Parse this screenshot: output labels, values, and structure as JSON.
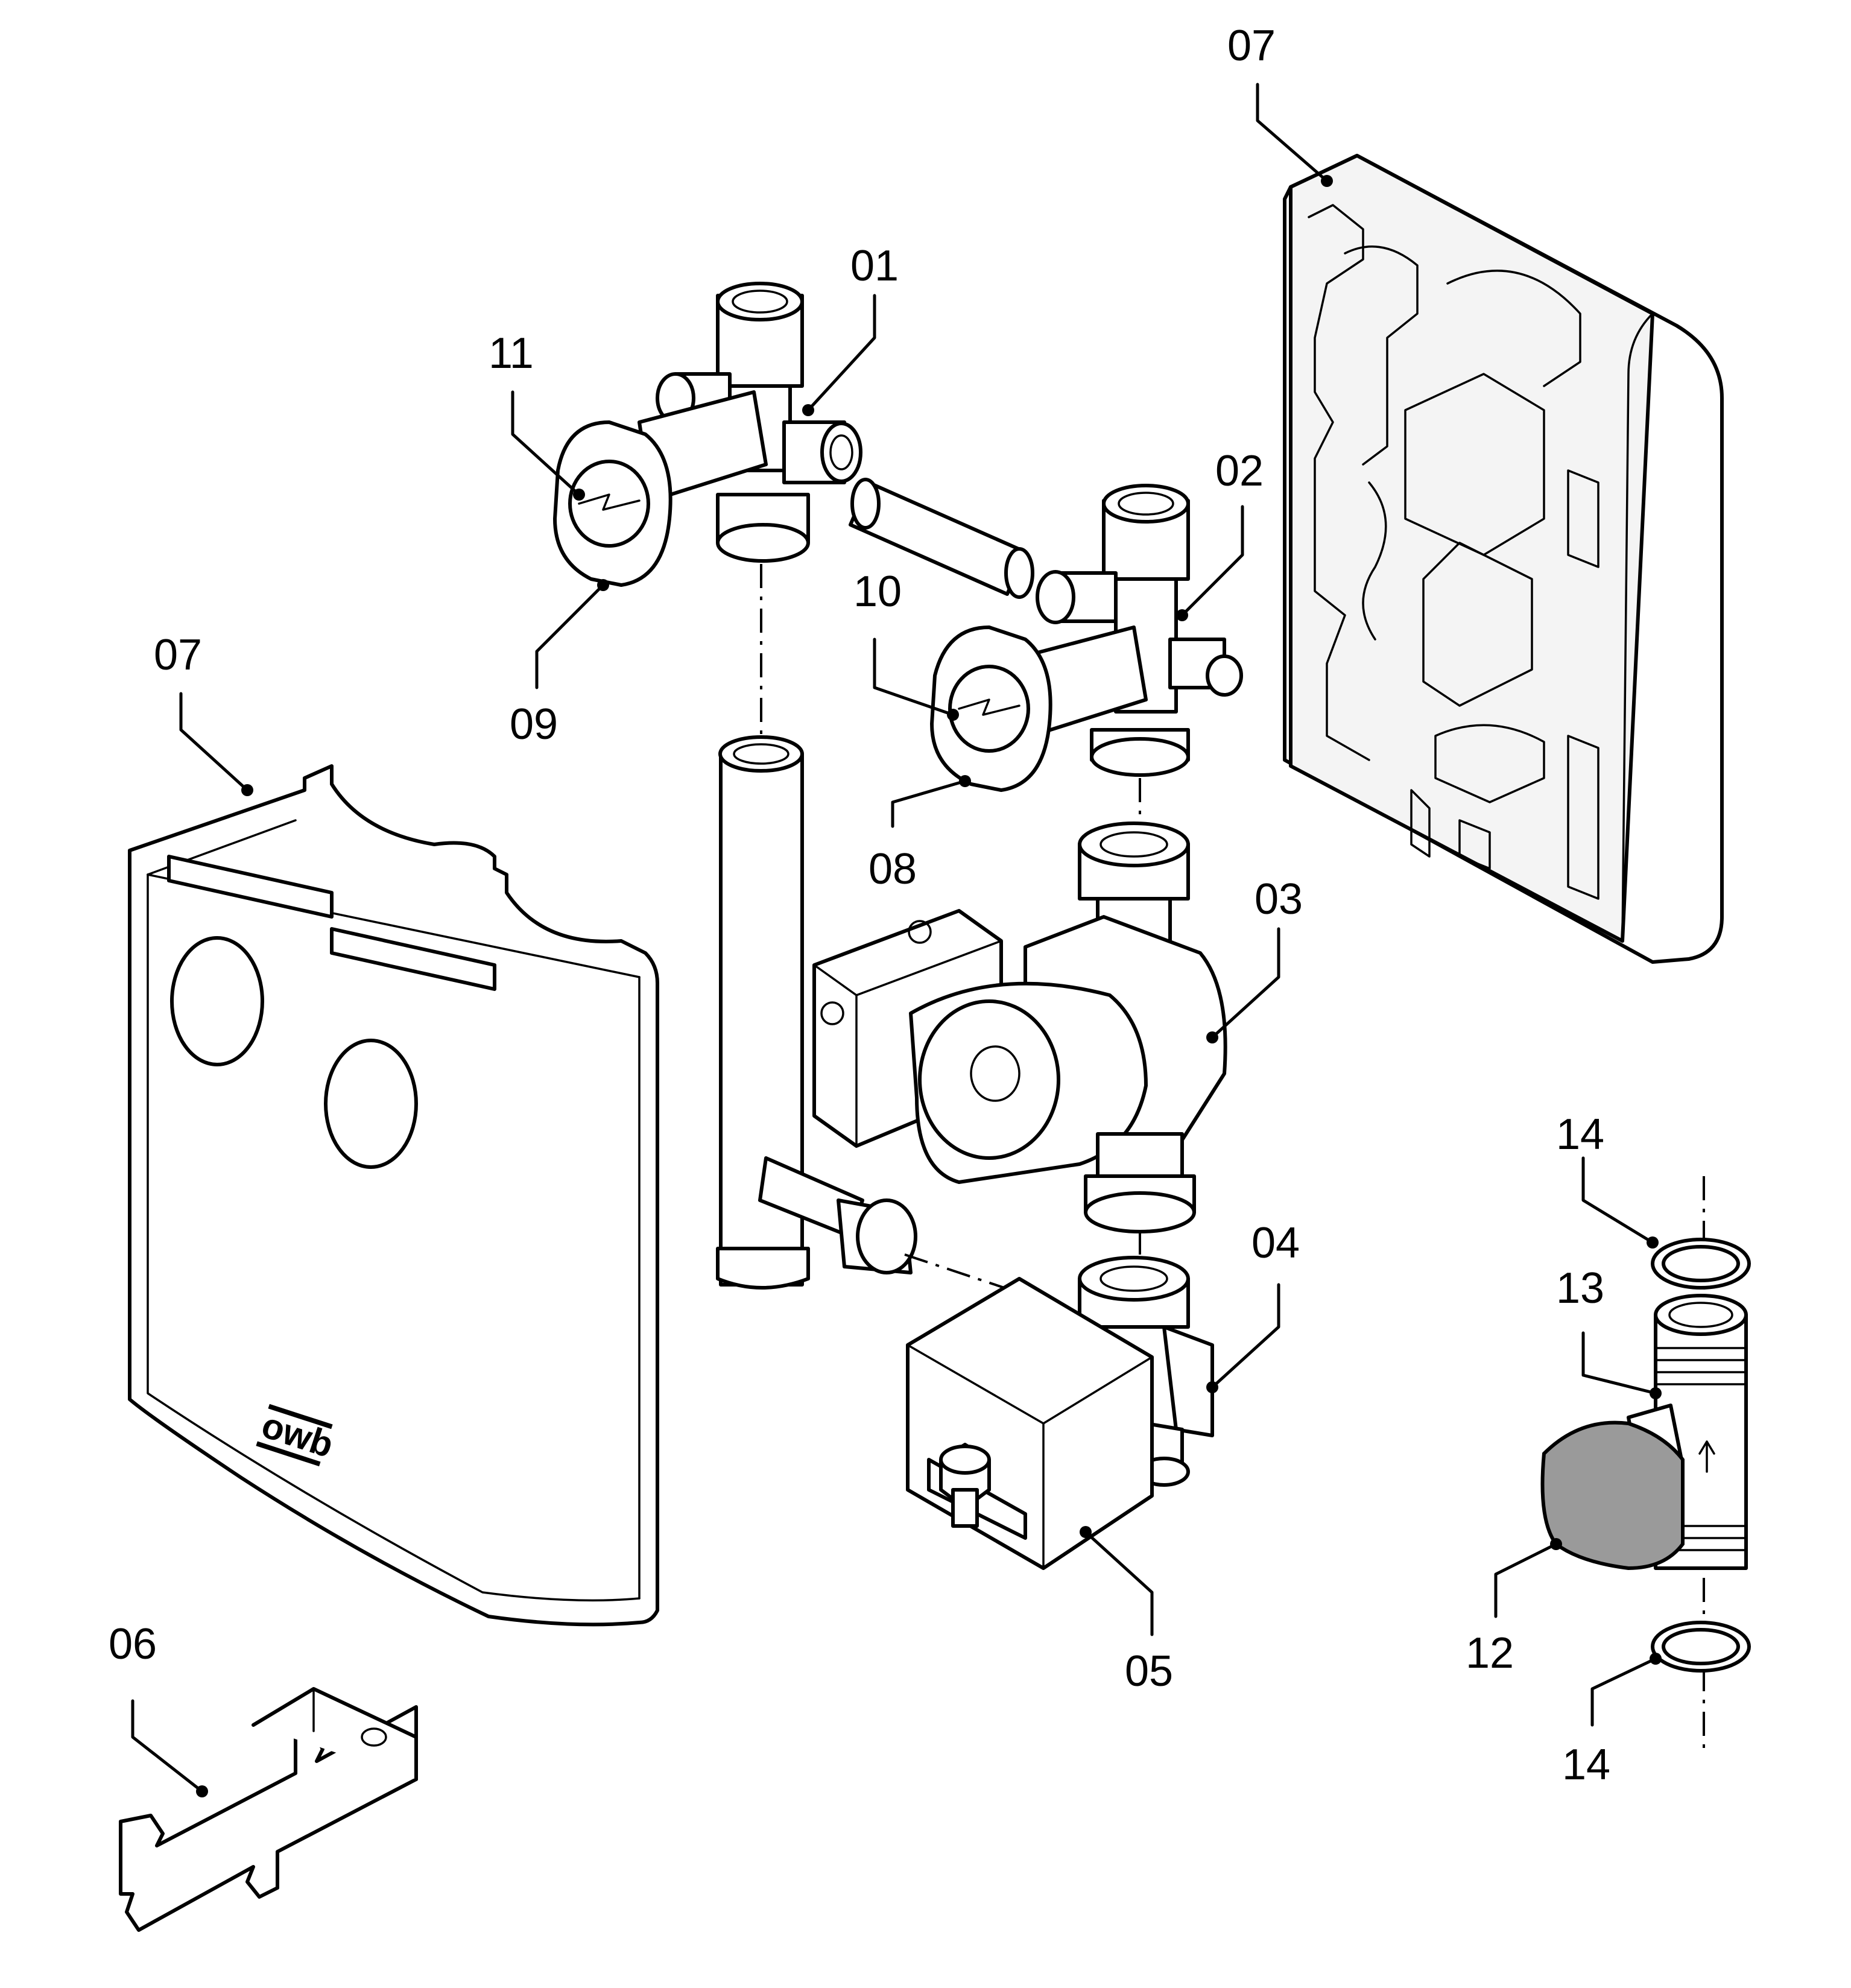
{
  "callouts": [
    {
      "id": "c07a",
      "label": "07"
    },
    {
      "id": "c01",
      "label": "01"
    },
    {
      "id": "c11",
      "label": "11"
    },
    {
      "id": "c02",
      "label": "02"
    },
    {
      "id": "c10",
      "label": "10"
    },
    {
      "id": "c09",
      "label": "09"
    },
    {
      "id": "c07b",
      "label": "07"
    },
    {
      "id": "c08",
      "label": "08"
    },
    {
      "id": "c03",
      "label": "03"
    },
    {
      "id": "c14a",
      "label": "14"
    },
    {
      "id": "c04",
      "label": "04"
    },
    {
      "id": "c13",
      "label": "13"
    },
    {
      "id": "c05",
      "label": "05"
    },
    {
      "id": "c12",
      "label": "12"
    },
    {
      "id": "c06",
      "label": "06"
    },
    {
      "id": "c14b",
      "label": "14"
    }
  ],
  "brand": {
    "logo_text": "owb"
  }
}
